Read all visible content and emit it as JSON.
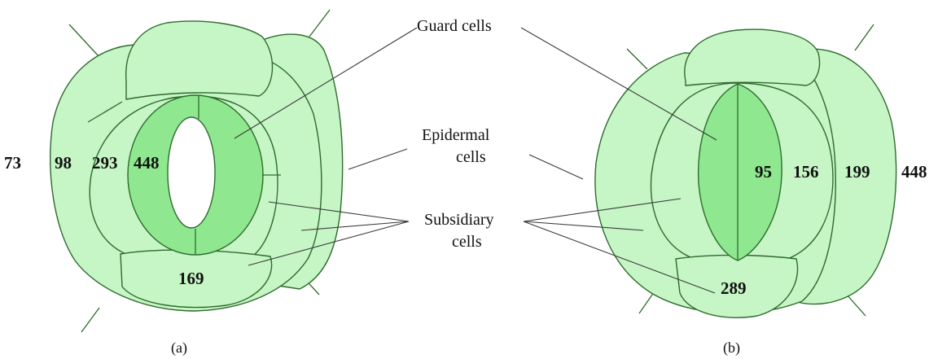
{
  "labels": {
    "guard_cells": "Guard cells",
    "epidermal_line1": "Epidermal",
    "epidermal_line2": "cells",
    "subsidiary_line1": "Subsidiary",
    "subsidiary_line2": "cells"
  },
  "panel_a": {
    "caption": "(a)",
    "values": [
      "73",
      "98",
      "293",
      "448",
      "169"
    ]
  },
  "panel_b": {
    "caption": "(b)",
    "values": [
      "95",
      "156",
      "199",
      "448",
      "289"
    ]
  },
  "colors": {
    "cell_fill": "#c6f5c6",
    "guard_fill": "#8fe88f",
    "outline": "#2e6b2e"
  }
}
